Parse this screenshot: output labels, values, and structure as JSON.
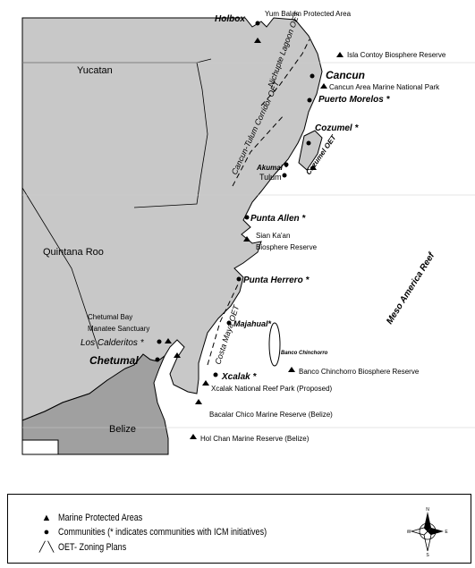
{
  "map": {
    "regions": {
      "yucatan": "Yucatan",
      "quintana_roo": "Quintana Roo",
      "belize": "Belize"
    },
    "reef": "Meso  America  Reef",
    "oet_zones": {
      "nichupte": "Nichupte Lagoon OET",
      "cancun_tulum": "Cancun-Tulum Corridor OET",
      "cozumel": "Cozumel OET",
      "costa_maya": "Costa Maya OET"
    },
    "communities": {
      "holbox": "Holbox",
      "cancun": "Cancun",
      "puerto_morelos": "Puerto Morelos *",
      "cozumel": "Cozumel *",
      "akumal": "Akumal *",
      "tulum": "Tulum",
      "punta_allen": "Punta Allen *",
      "punta_herrero": "Punta Herrero *",
      "majahual": "Majahual*",
      "los_calderitos": "Los Calderitos *",
      "chetumal": "Chetumal",
      "xcalak": "Xcalak *"
    },
    "protected_areas": {
      "yum_balam": "Yum Balam Protected Area",
      "isla_contoy": "Isla Contoy Biosphere Reserve",
      "cancun_park": "Cancun Area Marine National Park",
      "sian_kaan_1": "Sian Ka'an",
      "sian_kaan_2": "Biosphere Reserve",
      "chetumal_bay_1": "Chetumal Bay",
      "chetumal_bay_2": "Manatee Sanctuary",
      "banco_chinchorro_reserve": "Banco Chinchorro Biosphere Reserve",
      "xcalak_park": "Xcalak National Reef Park (Proposed)",
      "bacalar_chico": "Bacalar Chico Marine Reserve (Belize)",
      "hol_chan": "Hol Chan Marine Reserve (Belize)"
    },
    "banco_chinchorro": "Banco Chinchorro"
  },
  "legend": {
    "marine_protected": "Marine Protected Areas",
    "communities": "Communities (* indicates communities with ICM initiatives)",
    "oet": "OET- Zoning Plans"
  },
  "compass": {
    "n": "N",
    "s": "S",
    "e": "E",
    "w": "W"
  }
}
